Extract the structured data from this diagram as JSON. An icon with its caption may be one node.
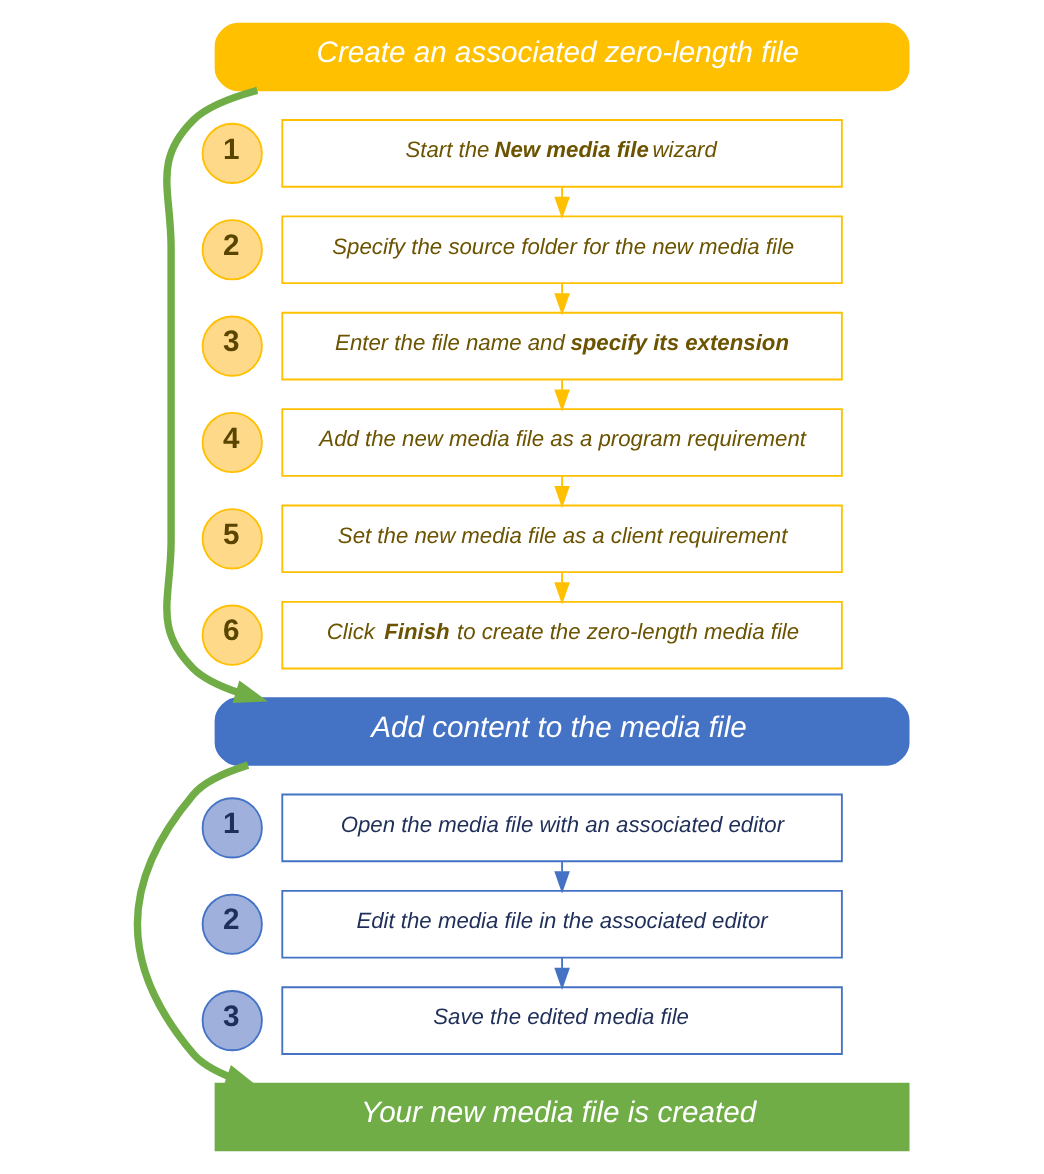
{
  "diagram": {
    "nodes": [
      {
        "text": [
          "Create an associated zero-length file"
        ]
      },
      {
        "text": [
          "1"
        ]
      },
      {
        "text": [
          "Start the **New media file** wizard"
        ]
      },
      {
        "text": [
          "2"
        ]
      },
      {
        "text": [
          "Specify the source folder for the new media file"
        ]
      },
      {
        "text": [
          "3"
        ]
      },
      {
        "text": [
          "Enter the file name and **specify its extension**"
        ]
      },
      {
        "text": [
          "4"
        ]
      },
      {
        "text": [
          "Add the new media file as a program requirement"
        ]
      },
      {
        "text": [
          "5"
        ]
      },
      {
        "text": [
          "Set the new media file as a client requirement"
        ]
      },
      {
        "text": [
          "6"
        ]
      },
      {
        "text": [
          "Click **Finish** to create the zero-length media file"
        ]
      },
      {
        "text": [
          "Add content to the media file"
        ]
      },
      {
        "text": [
          "1"
        ]
      },
      {
        "text": [
          "Open the media file with an associated editor"
        ]
      },
      {
        "text": [
          "2"
        ]
      },
      {
        "text": [
          "Edit the media file in the associated editor"
        ]
      },
      {
        "text": [
          "3"
        ]
      },
      {
        "text": [
          "Save the edited media file"
        ]
      },
      {
        "text": [
          "Your new media file is created"
        ]
      }
    ],
    "edges": [
      {
        "from": 0,
        "to": 13,
        "arrow": "to",
        "style": "thick",
        "color": "#70ad47"
      },
      {
        "from": 2,
        "to": 4,
        "arrow": "to"
      },
      {
        "from": 4,
        "to": 6,
        "arrow": "to"
      },
      {
        "from": 6,
        "to": 8,
        "arrow": "to"
      },
      {
        "from": 8,
        "to": 10,
        "arrow": "to"
      },
      {
        "from": 10,
        "to": 12,
        "arrow": "to"
      },
      {
        "from": 13,
        "to": 20,
        "arrow": "to",
        "style": "thick",
        "color": "#70ad47"
      },
      {
        "from": 15,
        "to": 17,
        "arrow": "to",
        "color": "#4472c4"
      },
      {
        "from": 17,
        "to": 19,
        "arrow": "to",
        "color": "#4472c4"
      }
    ]
  }
}
